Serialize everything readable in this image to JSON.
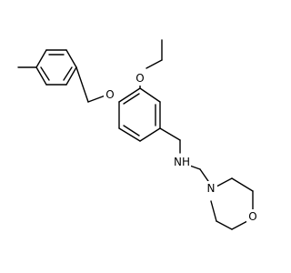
{
  "structure": {
    "atom_labels": {
      "ether_oxygen": "O",
      "ethoxy_oxygen": "O",
      "amine": "NH",
      "morpholine_nitrogen": "N",
      "morpholine_oxygen": "O"
    },
    "colors": {
      "bond": "#000000",
      "text": "#000000",
      "background": "#ffffff"
    }
  }
}
